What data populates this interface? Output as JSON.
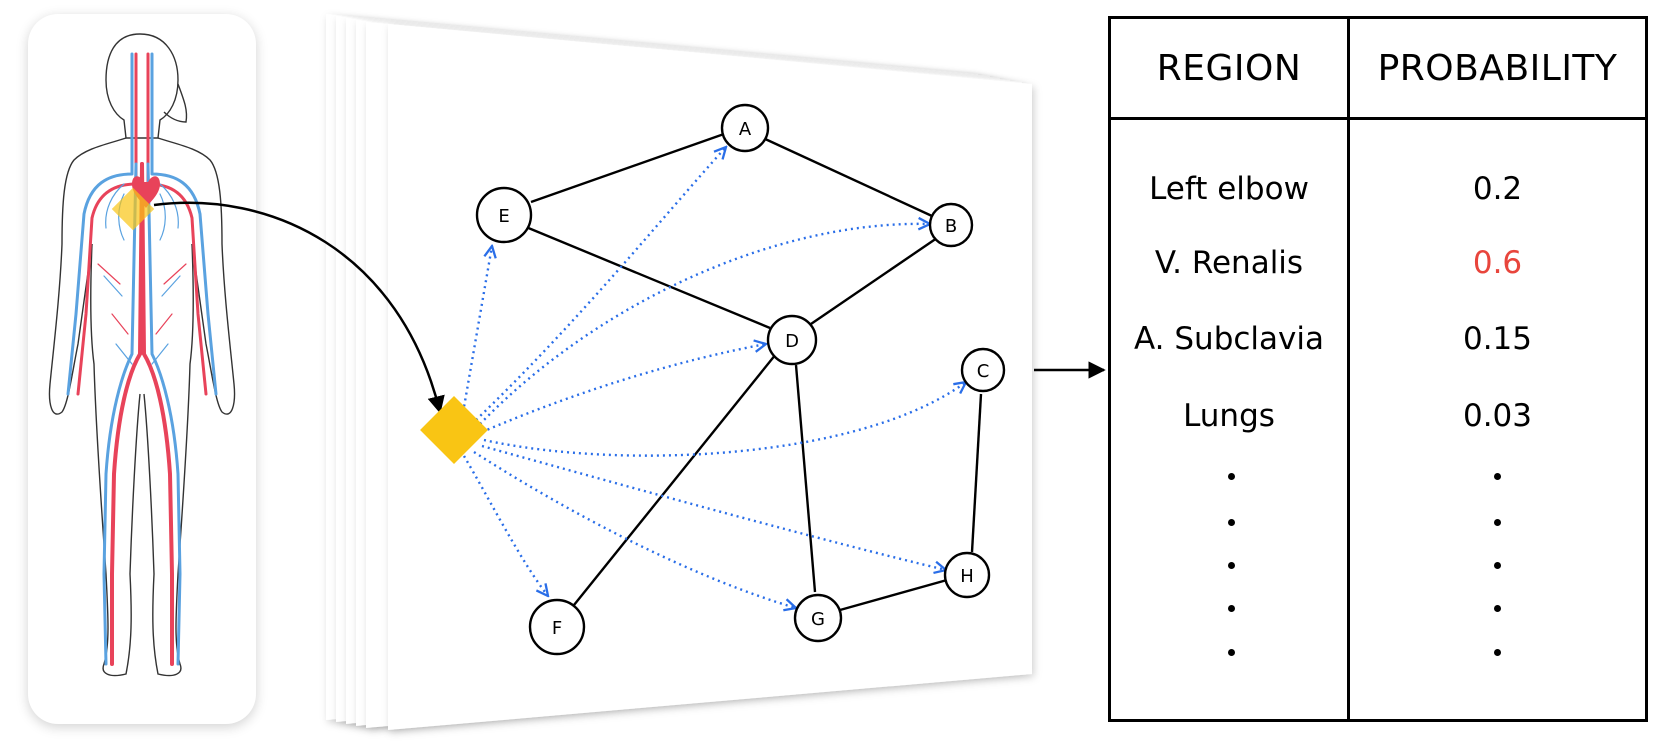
{
  "graph": {
    "nodes": [
      "A",
      "B",
      "C",
      "D",
      "E",
      "F",
      "G",
      "H"
    ]
  },
  "table": {
    "headers": {
      "region": "REGION",
      "probability": "PROBABILITY"
    },
    "rows": [
      {
        "region": "Left elbow",
        "probability": "0.2",
        "highlight": false
      },
      {
        "region": "V. Renalis",
        "probability": "0.6",
        "highlight": true
      },
      {
        "region": "A. Subclavia",
        "probability": "0.15",
        "highlight": false
      },
      {
        "region": "Lungs",
        "probability": "0.03",
        "highlight": false
      }
    ],
    "ellipsis_rows": 5
  },
  "colors": {
    "query_marker": "#f9c514",
    "highlight_value": "#e8453c",
    "probe_edge": "#2a6ee8",
    "artery": "#e8435a",
    "vein": "#5aa2e0"
  }
}
